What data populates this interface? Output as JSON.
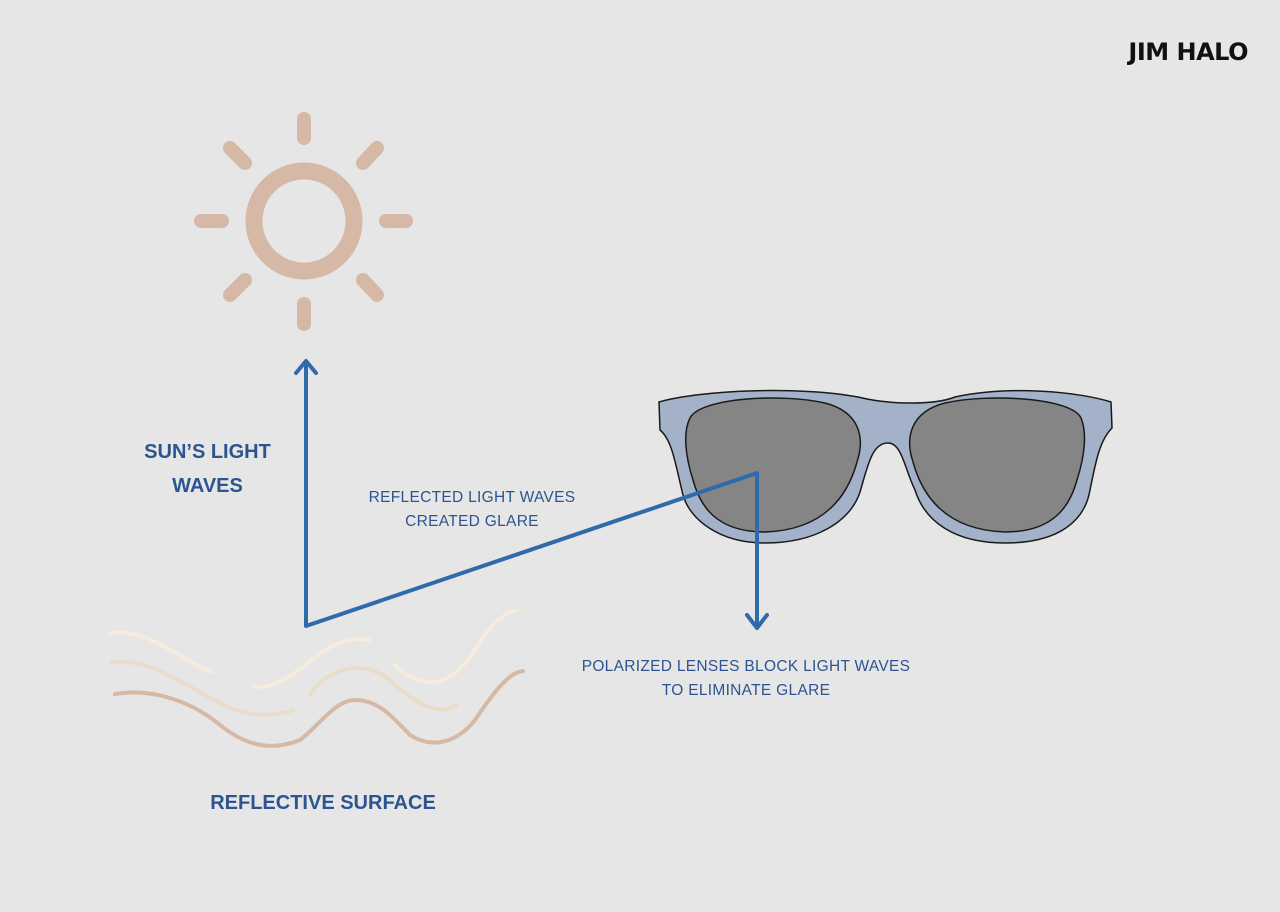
{
  "brand": "JIM HALO",
  "labels": {
    "sun_waves_line1": "SUN’S LIGHT",
    "sun_waves_line2": "WAVES",
    "reflected_line1": "REFLECTED LIGHT WAVES",
    "reflected_line2": "CREATED GLARE",
    "polarized_line1": "POLARIZED LENSES BLOCK LIGHT WAVES",
    "polarized_line2": "TO ELIMINATE GLARE",
    "surface": "REFLECTIVE SURFACE"
  },
  "icons": {
    "sun": "sun-icon",
    "waves": "waves-icon",
    "sunglasses": "sunglasses-icon"
  },
  "colors": {
    "background": "#e6e6e6",
    "sun": "#d5b9a6",
    "arrow": "#2f6aab",
    "label": "#2c5490",
    "frame": "#a3b2c9",
    "lens": "#858585"
  }
}
